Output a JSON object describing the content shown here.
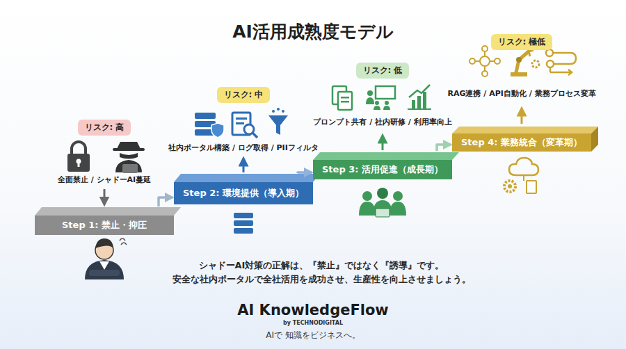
{
  "diagram": {
    "title": "AI活用成熟度モデル",
    "nodes": [
      {
        "text": [
          "リスク: 高"
        ]
      },
      {
        "text": [
          "Step 1: 禁止・抑圧"
        ]
      },
      {
        "text": [
          "リスク: 中"
        ]
      },
      {
        "text": [
          "Step 2: 環境提供（導入期）"
        ]
      },
      {
        "text": [
          "リスク: 低"
        ]
      },
      {
        "text": [
          "Step 3: 活用促進（成長期）"
        ]
      },
      {
        "text": [
          "リスク: 極低"
        ]
      },
      {
        "text": [
          "Step 4: 業務統合（変革期）"
        ]
      }
    ],
    "edges": [
      {
        "from": 1,
        "to": 3,
        "arrow": "to"
      },
      {
        "from": 3,
        "to": 5,
        "arrow": "to"
      },
      {
        "from": 5,
        "to": 7,
        "arrow": "to"
      }
    ],
    "labels": [
      "全面禁止 / シャドーAI蔓延",
      "社内ポータル構築 / ログ取得 / PIIフィルタ",
      "プロンプト共有 / 社内研修 / 利用率向上",
      "RAG連携 / API自動化 / 業務プロセス変革",
      "シャドーAI対策の正解は、『禁止』ではなく『誘導』です。",
      "安全な社内ポータルで全社活用を成功させ、生産性を向上させましょう。",
      "AI KnowledgeFlow",
      "by TECHNODIGITAL",
      "AIで 知識をビジネスへ。"
    ]
  }
}
